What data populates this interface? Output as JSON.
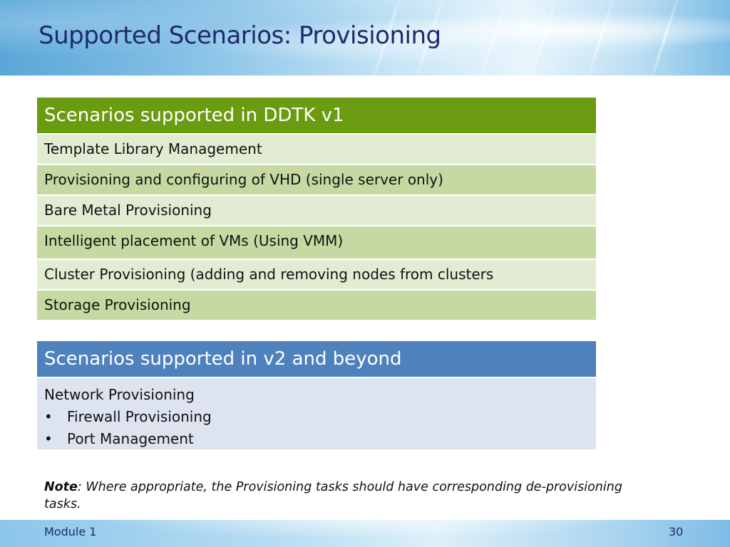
{
  "slide": {
    "title": "Supported Scenarios: Provisioning",
    "table_v1": {
      "header": "Scenarios supported in DDTK v1",
      "header_color": "#6a9b10",
      "rows": [
        "Template Library Management",
        "Provisioning and configuring of VHD (single server only)",
        "Bare Metal Provisioning",
        "Intelligent placement of VMs (Using VMM)",
        "Cluster Provisioning (adding and removing nodes from clusters",
        "Storage Provisioning"
      ]
    },
    "table_v2": {
      "header": "Scenarios supported in v2 and beyond",
      "header_color": "#4f81bd",
      "lead": "Network Provisioning",
      "bullet_symbol": "•",
      "bullets": [
        "Firewall Provisioning",
        "Port Management"
      ]
    },
    "note": {
      "label": "Note",
      "text": ": Where appropriate, the Provisioning tasks should have corresponding de-provisioning tasks."
    },
    "footer": {
      "left": "Module 1",
      "page_number": "30"
    }
  }
}
